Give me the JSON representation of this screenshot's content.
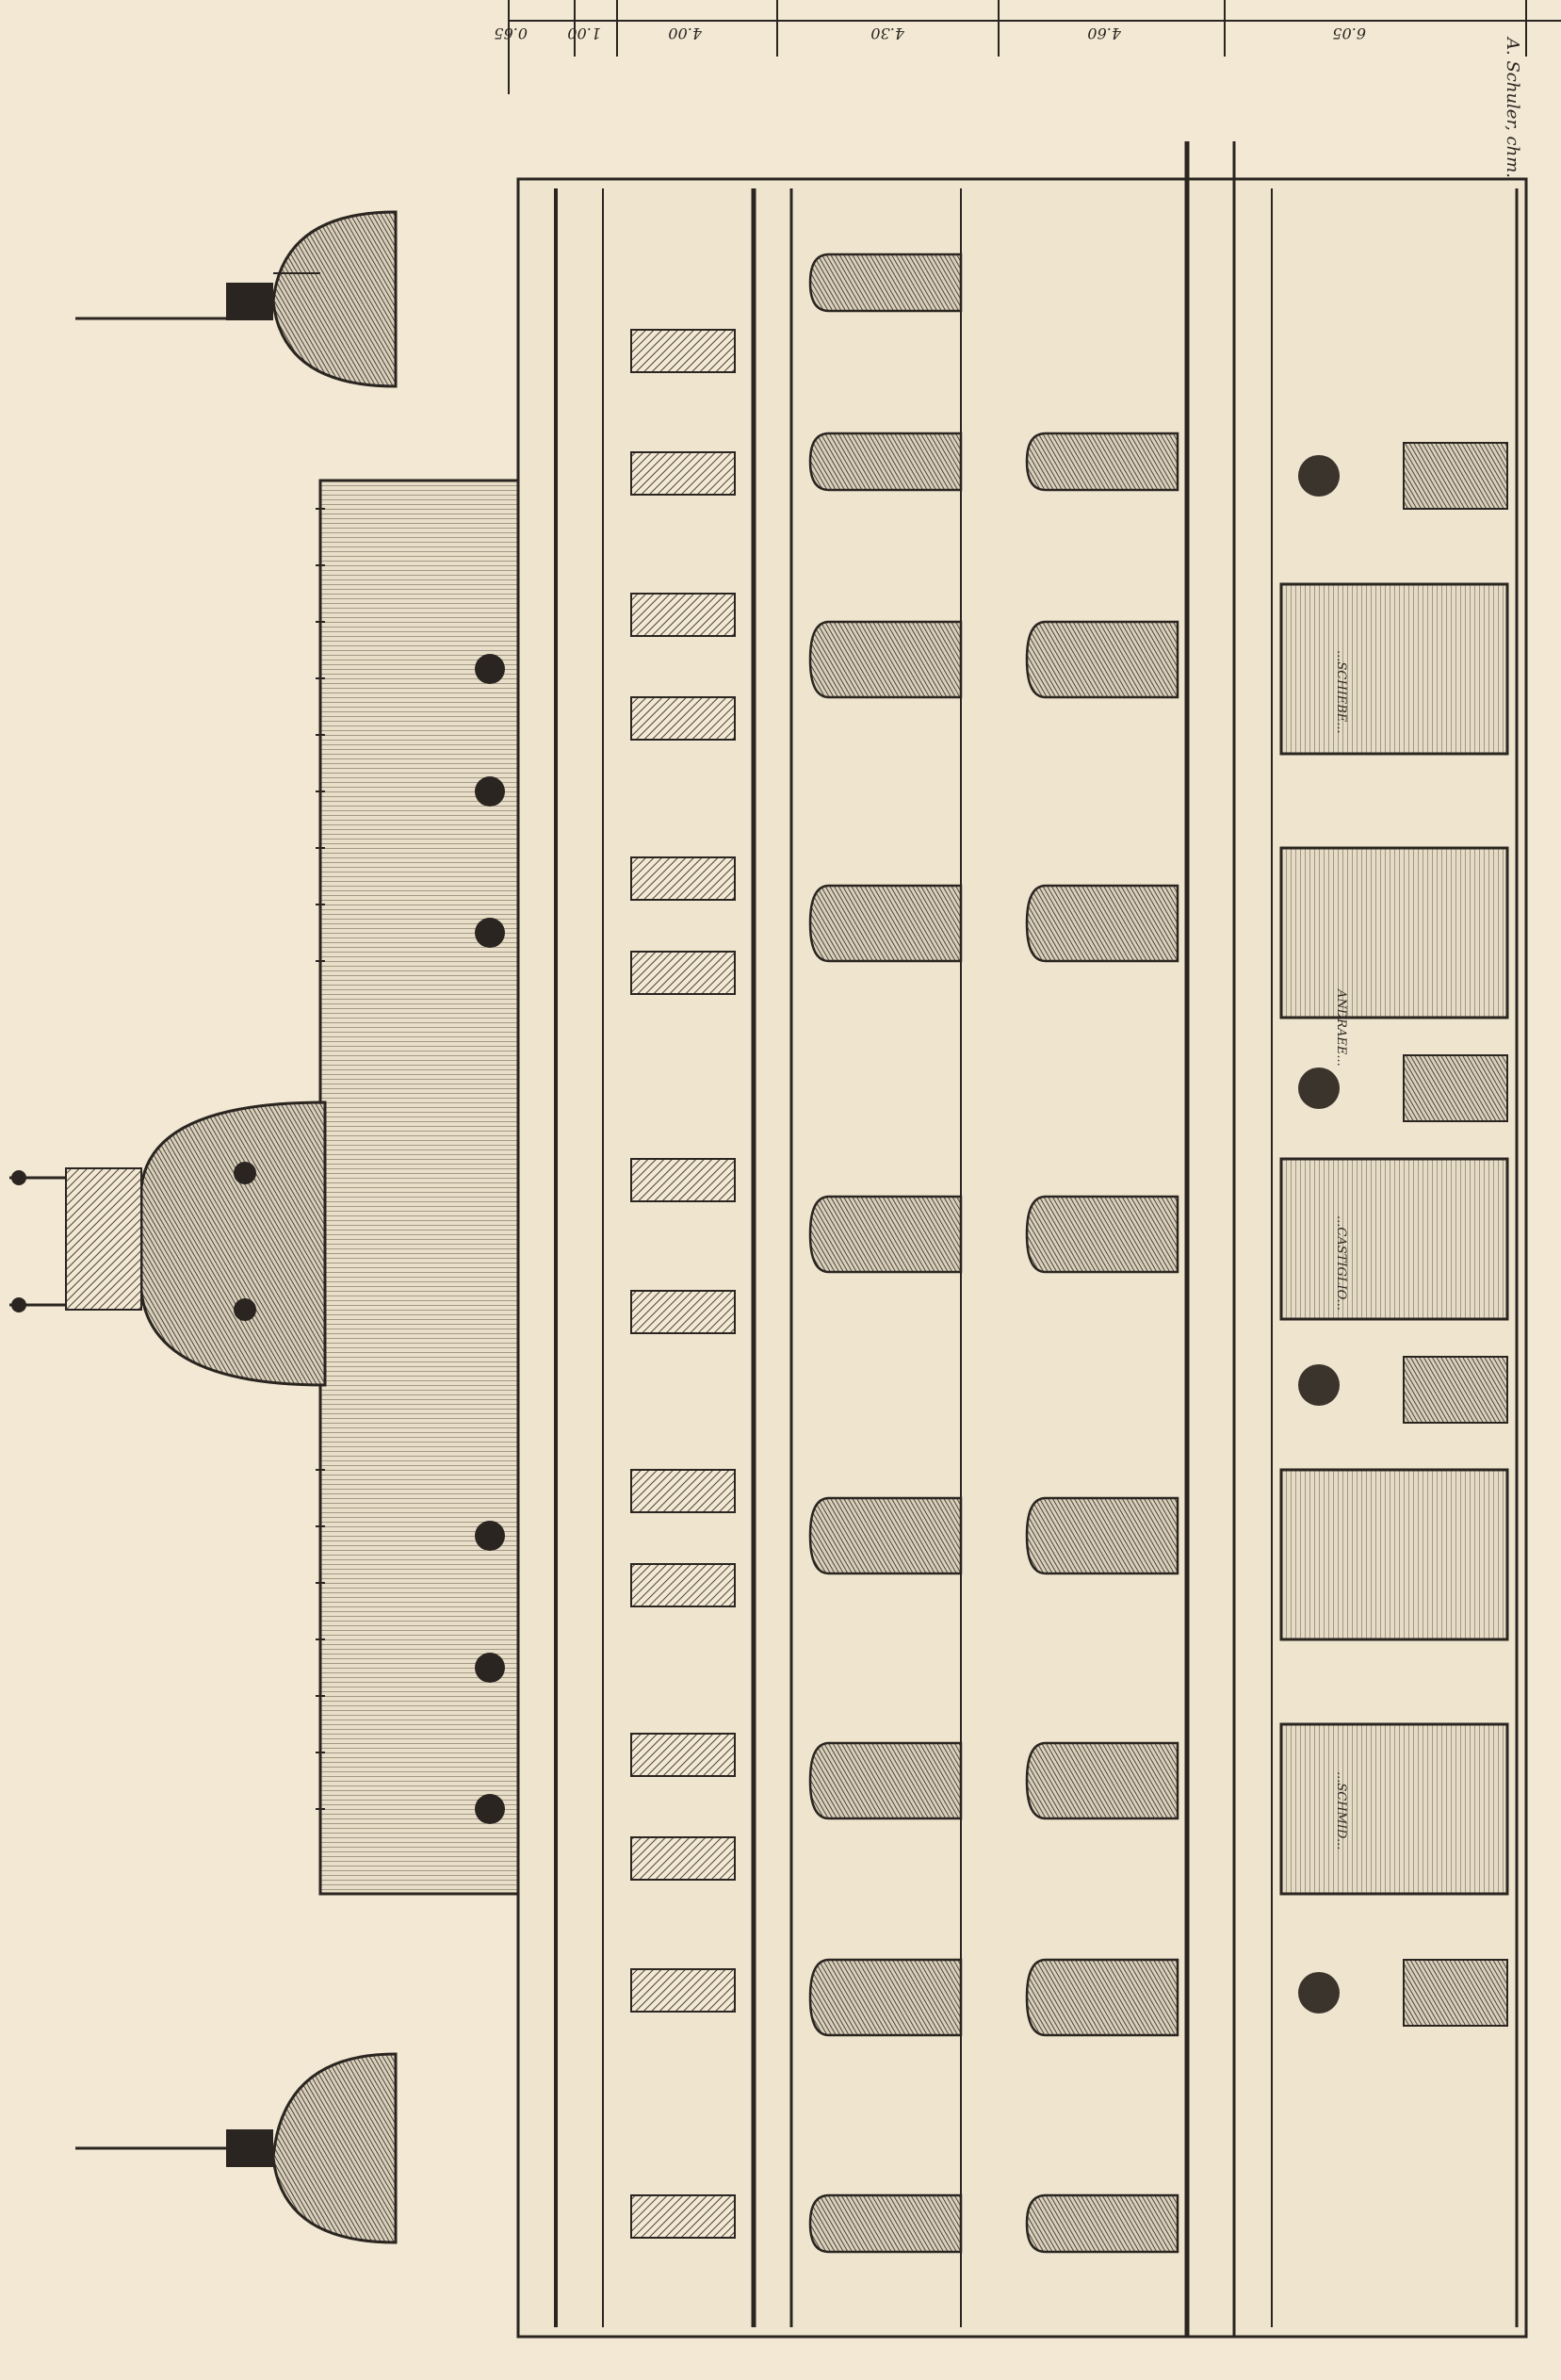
{
  "plate": {
    "orientation": "rotated-90-clockwise",
    "paper_color": "#f2e8d3",
    "ink_color": "#2a2520",
    "shade_color": "#5a5248"
  },
  "dimensions": {
    "labels": [
      "0.65",
      "1.00",
      "4.00",
      "4.30",
      "4.60",
      "6.05"
    ]
  },
  "signature": {
    "text": "A. Schuler, chm."
  },
  "facade": {
    "inscriptions": [
      "...SCHIEBE...",
      "ANDRAEE...",
      "...CASTIGLIO...",
      "...SCHMID..."
    ]
  }
}
